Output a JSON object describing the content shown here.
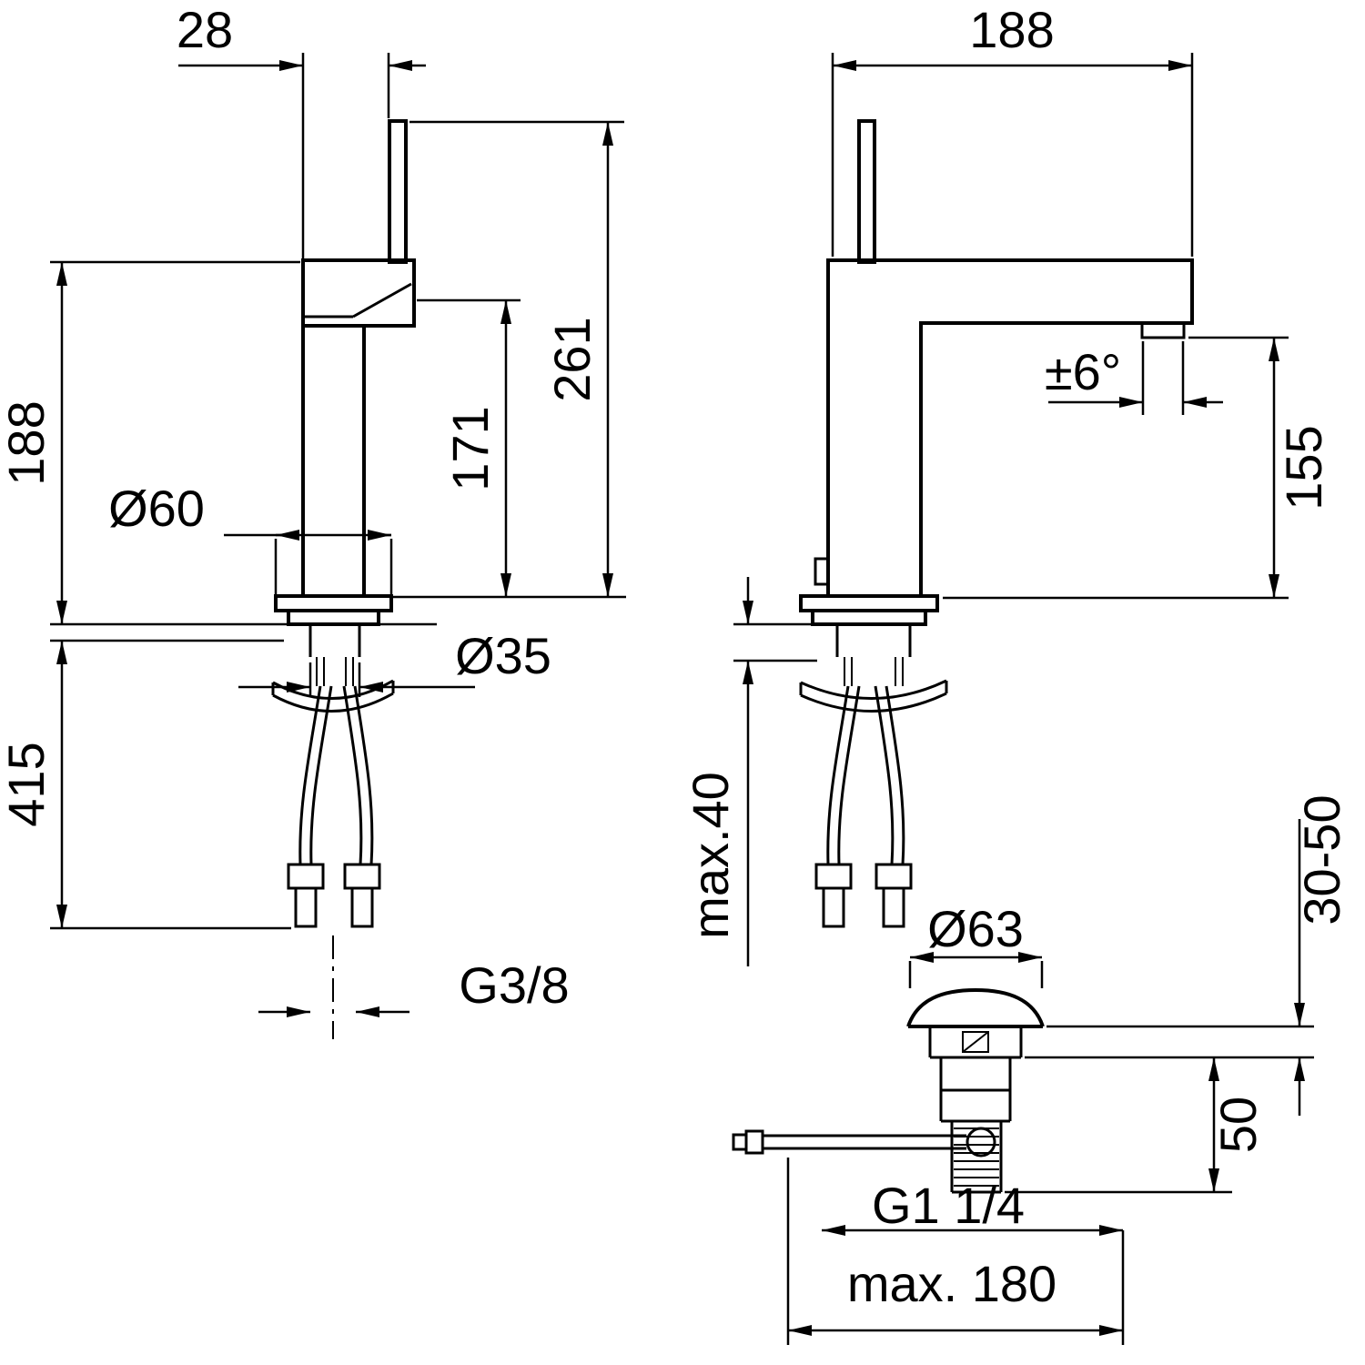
{
  "page": {
    "background": "#ffffff",
    "line_color": "#000000"
  },
  "front_view": {
    "dim_handle_offset": "28",
    "dim_body_height": "188",
    "dim_base_diameter": "Ø60",
    "dim_spout_height": "171",
    "dim_total_height": "261",
    "dim_hole_diameter": "Ø35",
    "dim_below_deck": "415",
    "dim_supply_thread": "G3/8"
  },
  "side_view": {
    "dim_spout_reach": "188",
    "dim_swivel_angle": "±6°",
    "dim_outlet_height": "155",
    "dim_deck_thickness": "max.40"
  },
  "drain_view": {
    "dim_cap_diameter": "Ø63",
    "dim_clamp_range": "30-50",
    "dim_drain_depth": "50",
    "dim_drain_thread": "G1 1/4",
    "dim_lever_length": "max. 180"
  }
}
